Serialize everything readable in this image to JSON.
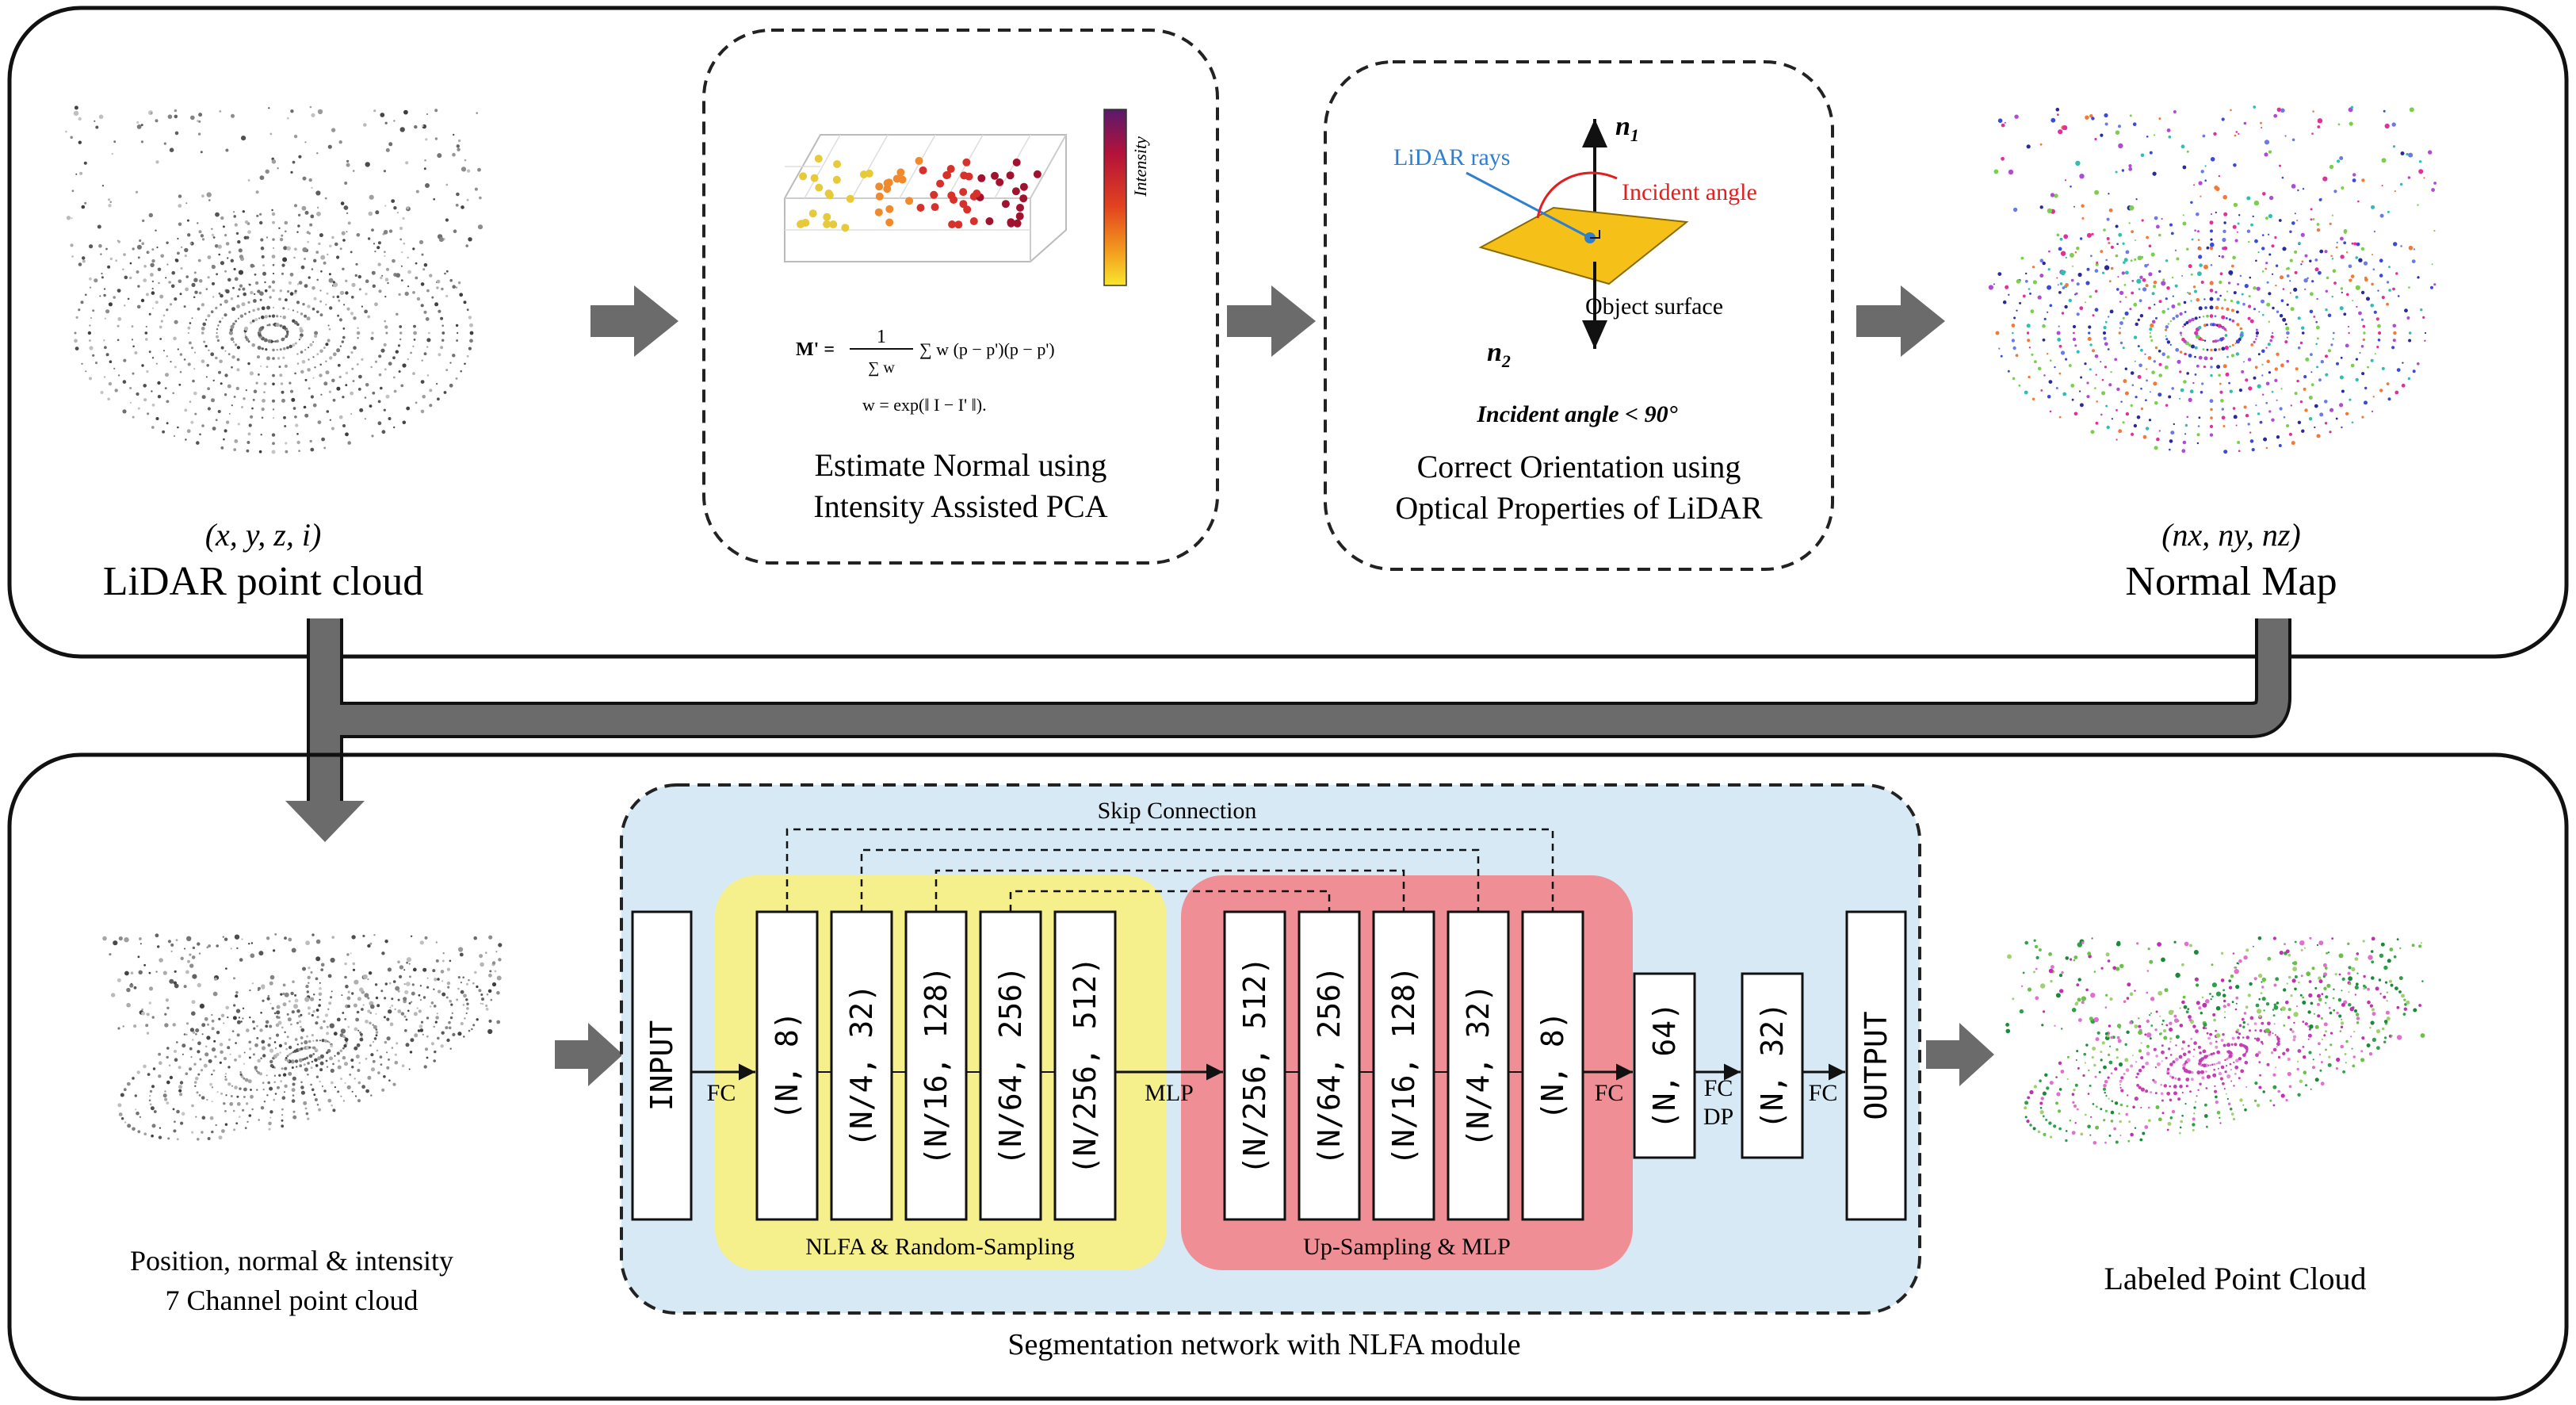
{
  "top": {
    "input": {
      "coords": "(x, y, z, i)",
      "label": "LiDAR point cloud"
    },
    "pca": {
      "caption_line1": "Estimate Normal using",
      "caption_line2": "Intensity Assisted PCA",
      "colorbar_label": "Intensity",
      "formula_lhs": "M' =",
      "formula_frac_num": "1",
      "formula_frac_den": "∑ w",
      "formula_sum": "∑ w (p − p')(p − p')",
      "formula_weight": "w = exp(‖ I − I' ‖)."
    },
    "orientation": {
      "n1": "n",
      "n1_sub": "1",
      "n2": "n",
      "n2_sub": "2",
      "rays_label": "LiDAR rays",
      "angle_label": "Incident angle",
      "surface_label": "Object surface",
      "condition": "Incident angle < 90°",
      "caption_line1": "Correct Orientation using",
      "caption_line2": "Optical Properties of LiDAR"
    },
    "output": {
      "coords": "(nx, ny, nz)",
      "label": "Normal Map"
    }
  },
  "bottom": {
    "input_caption_line1": "Position, normal & intensity",
    "input_caption_line2": "7 Channel point cloud",
    "output_caption": "Labeled Point Cloud",
    "network_caption": "Segmentation network with NLFA module",
    "skip_label": "Skip Connection",
    "input_block": "INPUT",
    "output_block": "OUTPUT",
    "encoder_label": "NLFA & Random-Sampling",
    "decoder_label": "Up-Sampling & MLP",
    "encoder_blocks": [
      "(N, 8)",
      "(N/4, 32)",
      "(N/16, 128)",
      "(N/64, 256)",
      "(N/256, 512)"
    ],
    "decoder_blocks": [
      "(N/256, 512)",
      "(N/64, 256)",
      "(N/16, 128)",
      "(N/4, 32)",
      "(N, 8)"
    ],
    "fc_blocks": [
      "(N, 64)",
      "(N, 32)"
    ],
    "edge_labels": {
      "fc1": "FC",
      "mlp": "MLP",
      "fc2": "FC",
      "fc3": "FC",
      "dp": "DP",
      "fc4": "FC"
    }
  },
  "colors": {
    "encoder_bg": "#f6f08c",
    "decoder_bg": "#ef8f95",
    "network_bg": "#d7e9f5",
    "arrow_gray": "#6b6b6b",
    "plane": "#f5c017",
    "ray_blue": "#2f7fd0",
    "angle_red": "#e02020"
  }
}
